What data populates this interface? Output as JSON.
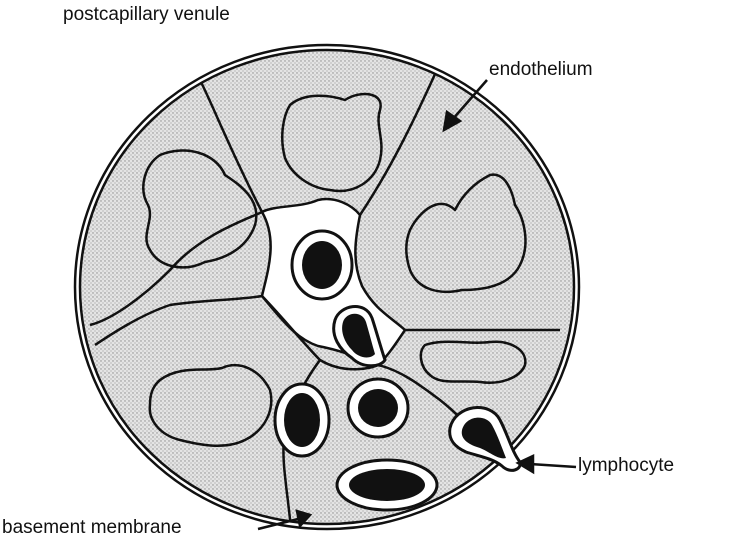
{
  "title": "postcapillary venule",
  "labels": {
    "endothelium": "endothelium",
    "lymphocyte": "lymphocyte",
    "basement_membrane": "basement membrane"
  },
  "colors": {
    "ink": "#111111",
    "cytoplasm_fill": "#dcdcdc",
    "lumen": "#ffffff",
    "nucleus": "#111111"
  }
}
